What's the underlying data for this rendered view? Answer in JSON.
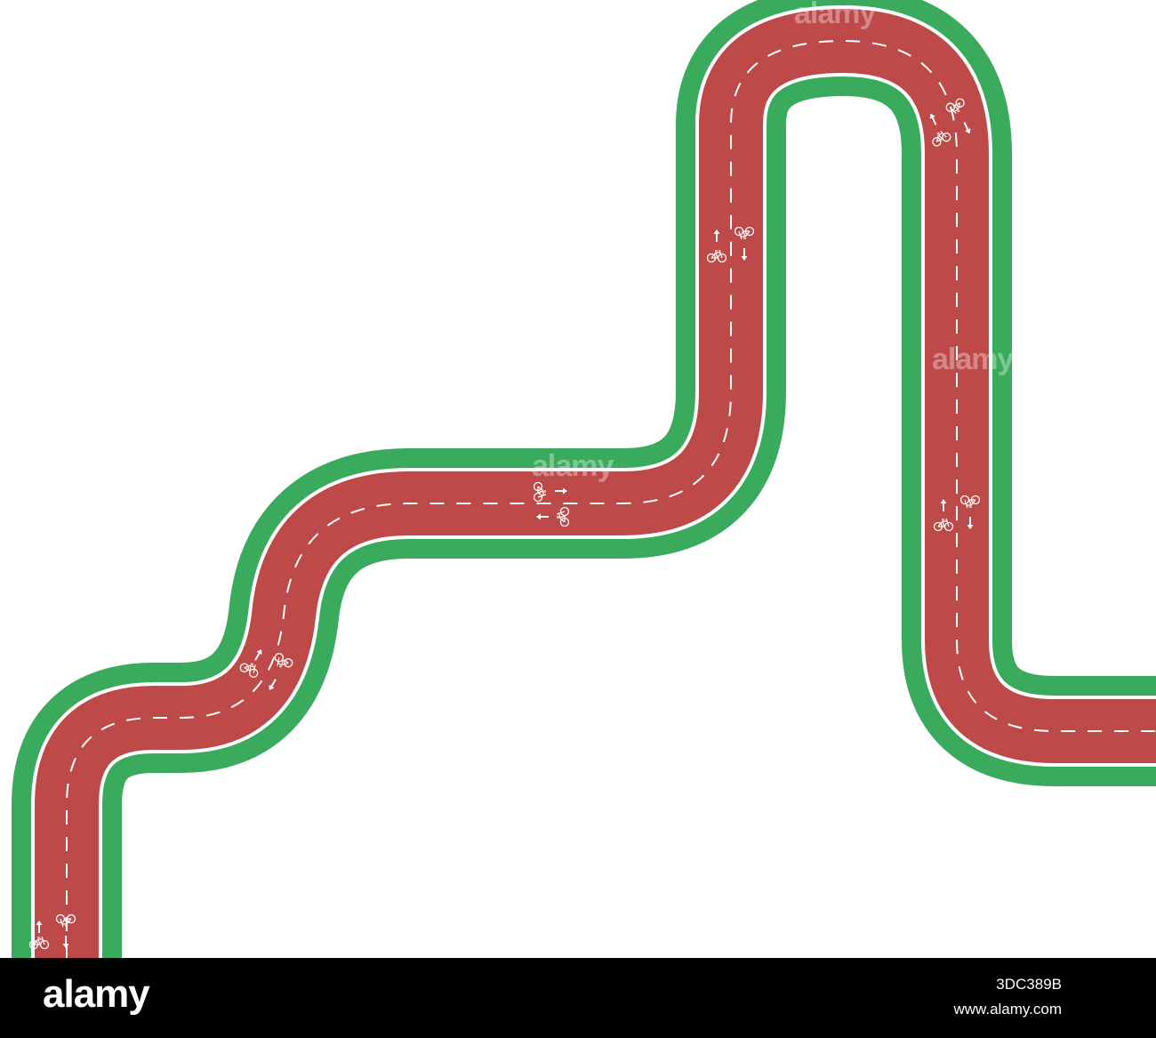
{
  "watermark": {
    "text": "alamy"
  },
  "footer": {
    "logo": "alamy",
    "image_id": "3DC389B",
    "url": "www.alamy.com"
  },
  "colors": {
    "grass": "#3aaa5c",
    "track": "#bd4a48",
    "line": "#ffffff",
    "footer_bg": "#000000"
  },
  "icons": [
    "bicycle-icon",
    "arrow-up-icon",
    "arrow-down-icon",
    "arrow-left-icon",
    "arrow-right-icon"
  ]
}
